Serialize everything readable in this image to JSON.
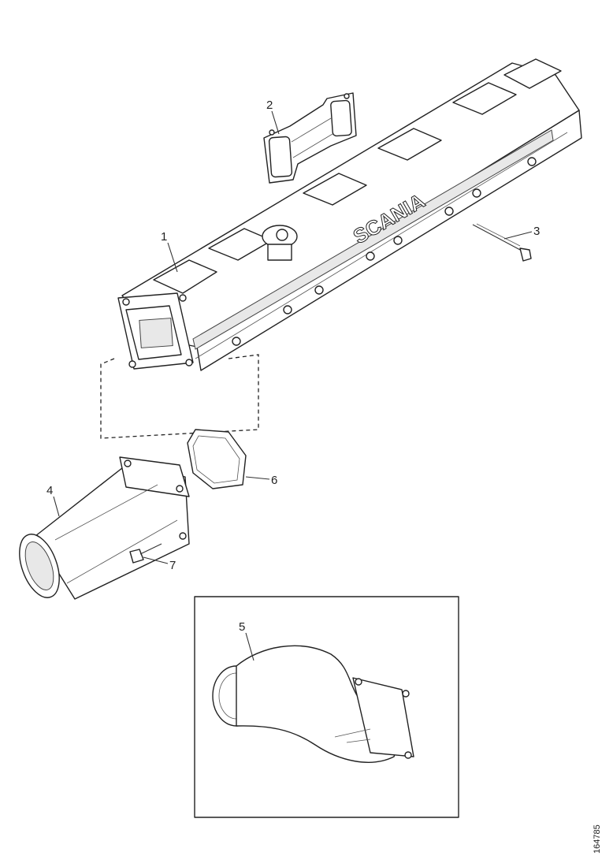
{
  "callouts": [
    {
      "id": "1",
      "label": "1"
    },
    {
      "id": "2",
      "label": "2"
    },
    {
      "id": "3",
      "label": "3"
    },
    {
      "id": "4",
      "label": "4"
    },
    {
      "id": "5",
      "label": "5"
    },
    {
      "id": "6",
      "label": "6"
    },
    {
      "id": "7",
      "label": "7"
    }
  ],
  "brand_casting_text": "SCANIA",
  "reference_number": "164785"
}
